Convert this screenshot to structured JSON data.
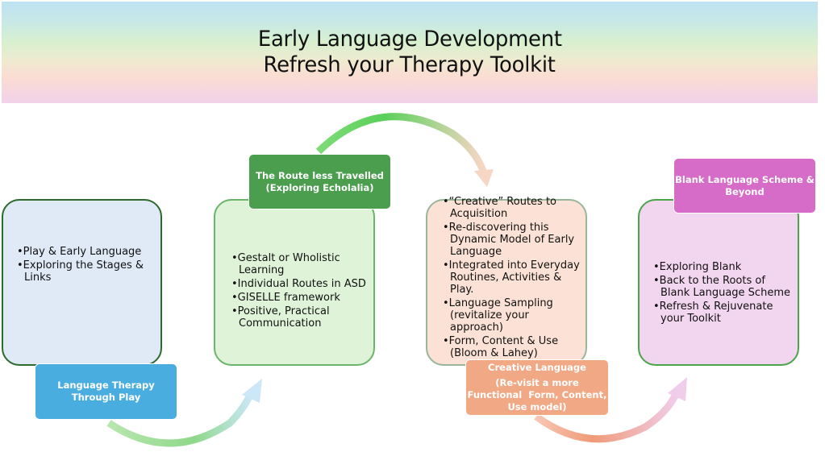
{
  "header": {
    "title_line1": "Early Language Development",
    "title_line2": "Refresh your Therapy Toolkit"
  },
  "stages": [
    {
      "label": "Language Therapy Through Play",
      "label_lines": [
        "Language Therapy",
        "Through Play"
      ],
      "label_color": "#4aade0",
      "box_color": "#dfeaf6",
      "bullets": [
        "Play & Early Language",
        "Exploring the Stages & Links"
      ]
    },
    {
      "label": "The Route less Travelled (Exploring Echolalia)",
      "label_lines": [
        "The Route less Travelled",
        "(Exploring Echolalia)"
      ],
      "label_color": "#4a9e4e",
      "box_color": "#dff3d9",
      "bullets": [
        "Gestalt or Wholistic Learning",
        "Individual Routes in ASD",
        "GISELLE framework",
        "Positive, Practical Communication"
      ]
    },
    {
      "label": "Creative Language (Re-visit a more Functional Form, Content, Use model)",
      "label_lines": [
        "Creative Language",
        "(Re-visit a more",
        "Functional  Form, Content,",
        "Use model)"
      ],
      "label_color": "#f0a885",
      "box_color": "#fce2d6",
      "bullets": [
        "“Creative”  Routes to Acquisition",
        "Re-discovering this Dynamic Model of Early Language",
        "Integrated into Everyday Routines, Activities & Play.",
        "Language Sampling (revitalize your approach)",
        "Form, Content & Use (Bloom & Lahey)"
      ]
    },
    {
      "label": "Blank Language Scheme & Beyond",
      "label_lines": [
        "Blank Language Scheme &",
        "Beyond"
      ],
      "label_color": "#d66cc8",
      "box_color": "#f2d5ef",
      "bullets": [
        "Exploring Blank",
        "Back to the Roots of Blank Language Scheme",
        "Refresh & Rejuvenate your Toolkit"
      ]
    }
  ],
  "arrows": [
    {
      "from": "Language Therapy Through Play",
      "to": "The Route less Travelled",
      "colors": [
        "#a6df9e",
        "#c9e6f7"
      ]
    },
    {
      "from": "The Route less Travelled",
      "to": "Creative Language",
      "colors": [
        "#5ad05a",
        "#f8d8c8"
      ]
    },
    {
      "from": "Creative Language",
      "to": "Blank Language Scheme & Beyond",
      "colors": [
        "#f0a07c",
        "#f0cdea"
      ]
    }
  ]
}
